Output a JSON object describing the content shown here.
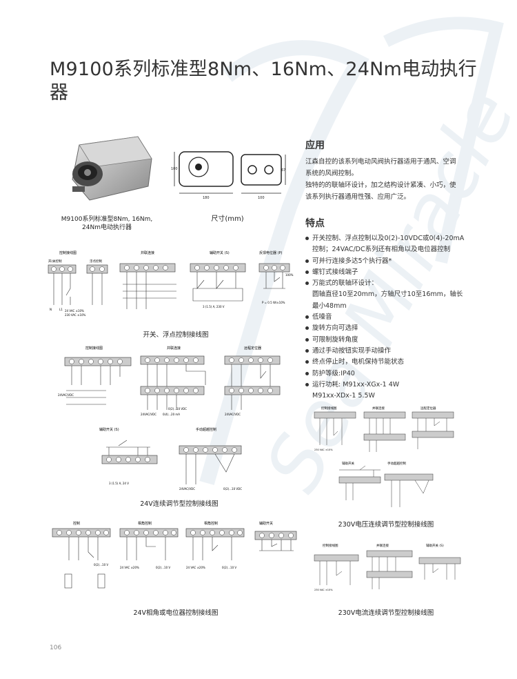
{
  "title": "M9100系列标准型8Nm、16Nm、24Nm电动执行器",
  "product": {
    "caption_line1": "M9100系列标准型8Nm, 16Nm,",
    "caption_line2": "24Nm电动执行器"
  },
  "dimensions": {
    "caption": "尺寸(mm)",
    "d100": "100",
    "d67": "67",
    "d180": "180",
    "d100b": "100"
  },
  "application": {
    "heading": "应用",
    "lines": [
      "江森自控的该系列电动风阀执行器适用于通风、空调",
      "系统的风阀控制。",
      "独特的的联轴环设计，加之结构设计紧凑、小巧，使",
      "该系列执行器通用性强、应用广泛。"
    ]
  },
  "features": {
    "heading": "特点",
    "items": [
      {
        "text": "开关控制、浮点控制以及0(2)-10VDC或0(4)-20mA",
        "bullet": true
      },
      {
        "text": "控制；24VAC/DC系列还有相角以及电位器控制",
        "bullet": false
      },
      {
        "text": "可并行连接多达5个执行器*",
        "bullet": true
      },
      {
        "text": "螺钉式接线端子",
        "bullet": true
      },
      {
        "text": "万能式的联轴环设计：",
        "bullet": true
      },
      {
        "text": "圆轴直径10至20mm，方轴尺寸10至16mm，轴长",
        "bullet": false
      },
      {
        "text": "最小48mm",
        "bullet": false
      },
      {
        "text": "低噪音",
        "bullet": true
      },
      {
        "text": "旋转方向可选择",
        "bullet": true
      },
      {
        "text": "可限制旋转角度",
        "bullet": true
      },
      {
        "text": "通过手动按钮实现手动操作",
        "bullet": true
      },
      {
        "text": "终点停止时，电机保持节能状态",
        "bullet": true
      },
      {
        "text": "防护等级:IP40",
        "bullet": true
      },
      {
        "text": "运行功耗: M91xx-XGx-1 4W",
        "bullet": true
      },
      {
        "text": "M91xx-XDx-1 5.5W",
        "bullet": false
      }
    ]
  },
  "diagrams": {
    "d1": {
      "caption": "开关、浮点控制接线图",
      "sub1": "控制接线图",
      "sub2": "并联连接",
      "sub3": "辅助开关 (S)",
      "sub4": "反馈电位器 (P)",
      "lbl_onoff": "开/关控制",
      "lbl_float": "浮点控制",
      "lbl_n": "N",
      "lbl_l1": "L1",
      "lbl_230": "230 VAC ±10%",
      "lbl_24": "24 VAC ±10%",
      "lbl_3a": "3 (1.5) A,  230 V",
      "lbl_pr": "P = 0.5 W/±10%",
      "lbl_100": "100%"
    },
    "d2": {
      "caption": "24V连续调节型控制接线图",
      "sub1": "控制接线图",
      "sub2": "并联连接",
      "sub3": "远程定位器",
      "sub4": "辅助开关 (S)",
      "sub5": "手动超越控制",
      "lbl_24v": "24VAC/VDC",
      "lbl_010": "0(2)...10 VDC",
      "lbl_420": "0(4)...20 mA",
      "lbl_3a": "3 (1.5) A,  24 V"
    },
    "d3": {
      "caption": "24V相角或电位器控制接线图",
      "sub1": "控制",
      "sub2": "相角控制",
      "sub3": "相角控制",
      "sub4": "辅助开关",
      "lbl_24v": "24 VAC ±20%",
      "lbl_010": "0(2)...10 V"
    },
    "d4": {
      "caption": "230V电压连续调节型控制接线图",
      "sub1": "控制接线图",
      "sub2": "并联连接",
      "sub3": "远程定位器",
      "sub4": "辅助开关",
      "sub5": "手动超越控制",
      "lbl_230": "230 VAC ±10%"
    },
    "d5": {
      "caption": "230V电流连续调节型控制接线图",
      "sub1": "控制接线图",
      "sub2": "并联连接",
      "sub3": "辅助开关 (S)",
      "lbl_230": "230 VAC ±10%"
    }
  },
  "page_number": "106"
}
